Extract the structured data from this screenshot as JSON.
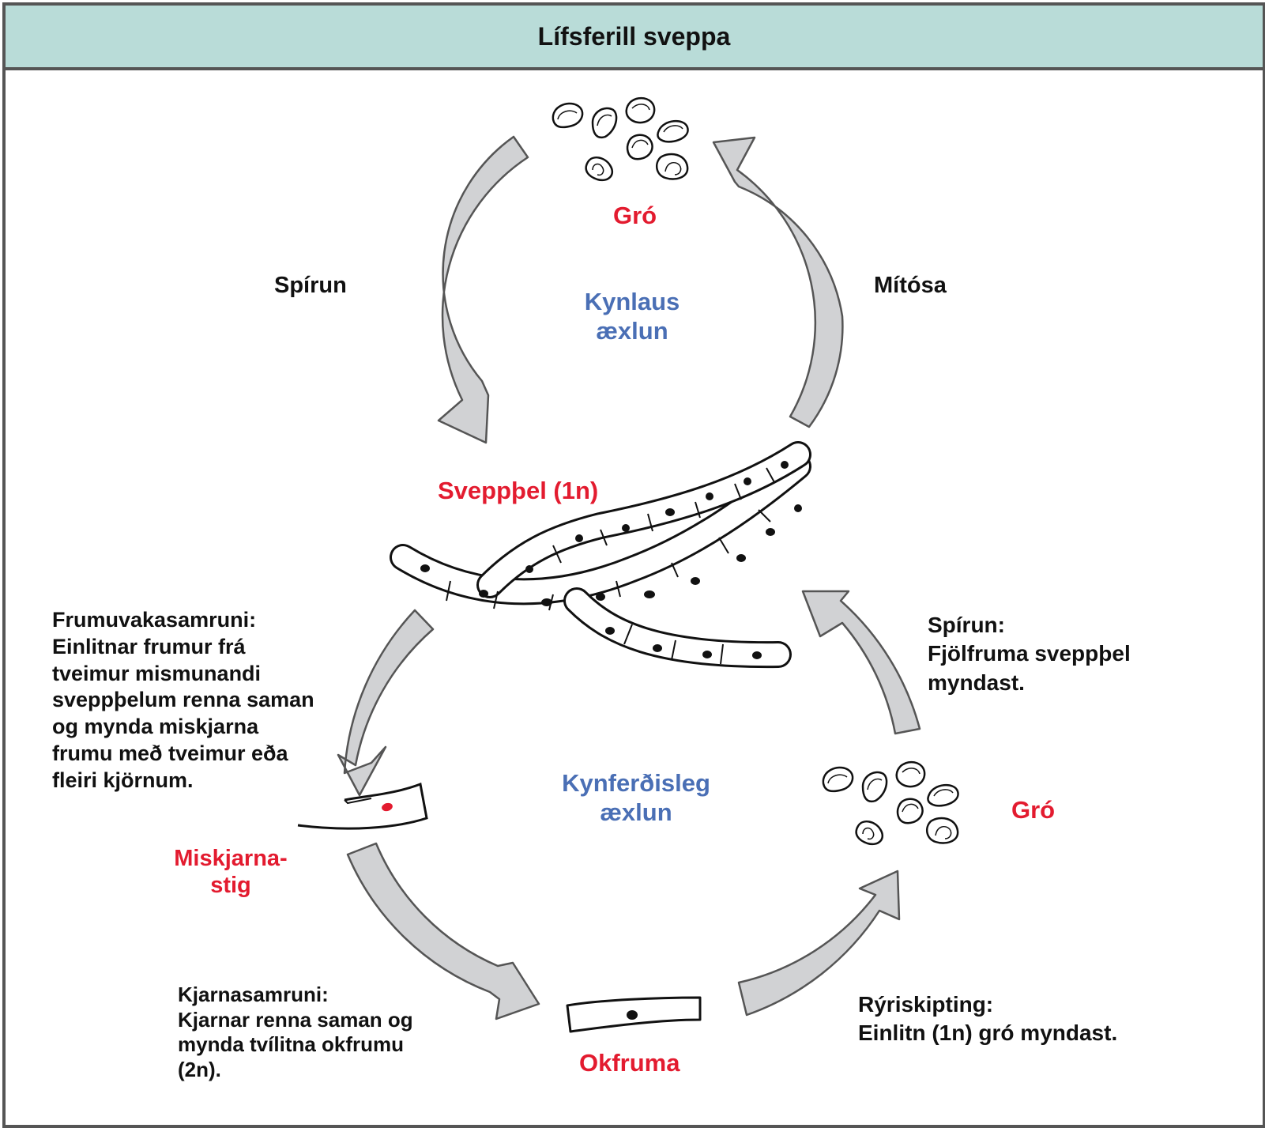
{
  "title": "Lífsferill sveppa",
  "labels": {
    "gro_top": "Gró",
    "spirun_top": "Spírun",
    "mitosa": "Mítósa",
    "kynlaus": [
      "Kynlaus",
      "æxlun"
    ],
    "sveppthel": "Sveppþel (1n)",
    "frumuvaka": [
      "Frumuvakasamruni:",
      "Einlitnar frumur frá",
      "tveimur mismunandi",
      "sveppþelum renna saman",
      "og mynda miskjarna",
      "frumu með tveimur eða",
      "fleiri kjörnum."
    ],
    "spirun_right": [
      "Spírun:",
      "Fjölfruma sveppþel",
      "myndast."
    ],
    "kynferdisleg": [
      "Kynferðisleg",
      "æxlun"
    ],
    "gro_right": "Gró",
    "miskjarna": [
      "Miskjarna-",
      "stig"
    ],
    "kjarnasamruni": [
      "Kjarnasamruni:",
      "Kjarnar renna saman og",
      "mynda tvílitna okfrumu",
      "(2n)."
    ],
    "okfruma": "Okfruma",
    "ryriskipting": [
      "Rýriskipting:",
      "Einlitn (1n) gró myndast."
    ]
  },
  "colors": {
    "stage_label": "#e31b2f",
    "reproduction_label": "#4a6fb5",
    "arrow_fill": "#d1d2d4",
    "title_bar": "#b9dcd8"
  }
}
